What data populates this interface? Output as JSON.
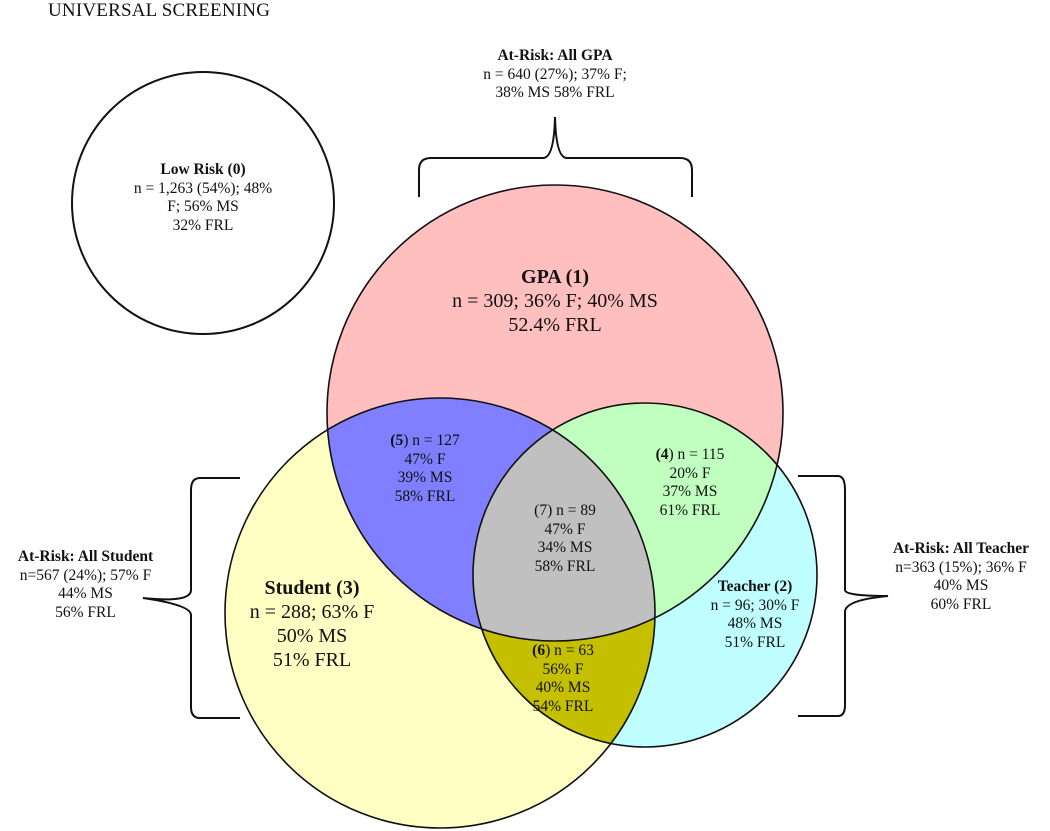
{
  "title": "UNIVERSAL SCREENING",
  "colors": {
    "gpa": "#ffbfbf",
    "student": "#ffffc4",
    "teacher": "#bfffff",
    "gpa_teacher": "#c0ffc0",
    "gpa_student": "#7f7fff",
    "student_teacher": "#c4c000",
    "all_three": "#c0c0c0",
    "low_risk": "#ffffff",
    "stroke": "#111111"
  },
  "sets": {
    "low_risk": {
      "heading": "Low Risk (",
      "num": "0",
      "close": ")",
      "lines": [
        "n = 1,263 (54%); 48%",
        "F; 56% MS",
        "32% FRL"
      ]
    },
    "gpa": {
      "heading": "GPA (",
      "num": "1",
      "close": ")",
      "lines": [
        "n = 309; 36% F; 40% MS",
        "52.4% FRL"
      ]
    },
    "teacher": {
      "heading": "Teacher (",
      "num": "2",
      "close": ")",
      "lines": [
        "n = 96; 30% F",
        "48% MS",
        "51% FRL"
      ]
    },
    "student": {
      "heading": "Student (",
      "num": "3",
      "close": ")",
      "lines": [
        "n = 288; 63% F",
        "50% MS",
        "51% FRL"
      ]
    }
  },
  "intersections": {
    "gpa_teacher": {
      "open": "(",
      "num": "4",
      "rest": ") n = 115",
      "lines": [
        "20% F",
        "37% MS",
        "61% FRL"
      ]
    },
    "gpa_student": {
      "open": "(",
      "num": "5",
      "rest": ") n = 127",
      "lines": [
        "47% F",
        "39% MS",
        "58% FRL"
      ]
    },
    "student_teacher": {
      "open": "(",
      "num": "6",
      "rest": ") n = 63",
      "lines": [
        "56% F",
        "40% MS",
        "54% FRL"
      ]
    },
    "all_three": {
      "open": "(",
      "num": "7",
      "rest": ") n = 89",
      "lines": [
        "47% F",
        "34% MS",
        "58% FRL"
      ]
    }
  },
  "at_risk": {
    "gpa": {
      "heading": "At-Risk: All GPA",
      "lines": [
        "n = 640 (27%); 37% F;",
        "38% MS 58% FRL"
      ]
    },
    "student": {
      "heading": "At-Risk: All Student",
      "lines": [
        "n=567 (24%); 57% F",
        "44% MS",
        "56% FRL"
      ]
    },
    "teacher": {
      "heading": "At-Risk: All Teacher",
      "lines": [
        "n=363 (15%); 36% F",
        "40% MS",
        "60% FRL"
      ]
    }
  }
}
